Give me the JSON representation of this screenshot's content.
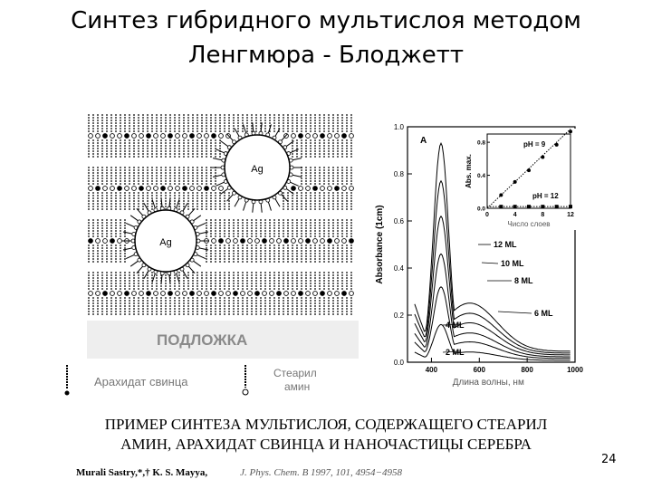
{
  "slide": {
    "title_line1": "Синтез гибридного мультислоя методом",
    "title_line2": "Ленгмюра - Блоджетт",
    "caption_line1": "ПРИМЕР СИНТЕЗА МУЛЬТИСЛОЯ, СОДЕРЖАЩЕГО СТЕАРИЛ",
    "caption_line2": "АМИН, АРАХИДАТ СВИНЦА И НАНОЧАСТИЦЫ СЕРЕБРА",
    "page_number": "24",
    "citation_authors": "Murali Sastry,*,† K. S. Mayya,",
    "citation_journal": "J. Phys. Chem. B 1997, 101, 4954−4958"
  },
  "scheme": {
    "particle_label_1": "Ag",
    "particle_label_2": "Ag",
    "substrate_label": "ПОДЛОЖКА",
    "legend_lead_arachidate": "Арахидат свинца",
    "legend_stearylamine_line1": "Стеарил",
    "legend_stearylamine_line2": "амин"
  },
  "chart_data": [
    {
      "type": "line",
      "panel_label": "A",
      "xlabel": "Длина волны, нм",
      "ylabel": "Absorbance (1cm)",
      "xlim": [
        300,
        1000
      ],
      "ylim": [
        0,
        1.0
      ],
      "xticks": [
        400,
        600,
        800,
        1000
      ],
      "yticks": [
        0.0,
        0.2,
        0.4,
        0.6,
        0.8,
        1.0
      ],
      "tick_labels_y": [
        "0.0",
        "0.2",
        "0.4",
        "0.6",
        "0.8",
        "1.0"
      ],
      "tick_labels_x": [
        "400",
        "600",
        "800",
        "1000"
      ],
      "series": [
        {
          "name": "2 ML",
          "peak_x": 440,
          "peak_y": 0.16
        },
        {
          "name": "4 ML",
          "peak_x": 440,
          "peak_y": 0.32
        },
        {
          "name": "6 ML",
          "peak_x": 440,
          "peak_y": 0.46
        },
        {
          "name": "8 ML",
          "peak_x": 440,
          "peak_y": 0.62
        },
        {
          "name": "10 ML",
          "peak_x": 440,
          "peak_y": 0.77
        },
        {
          "name": "12 ML",
          "peak_x": 440,
          "peak_y": 0.93
        }
      ],
      "curve_labels": [
        "12 ML",
        "10 ML",
        "8 ML",
        "6 ML",
        "4 ML",
        "2 ML"
      ]
    },
    {
      "type": "scatter",
      "xlabel": "Число слоев",
      "ylabel": "Abs. max.",
      "xlim": [
        0,
        12
      ],
      "ylim": [
        0,
        0.9
      ],
      "tick_labels_x": [
        "0",
        "4",
        "8",
        "12"
      ],
      "tick_labels_y": [
        "0.0",
        "0.4",
        "0.8"
      ],
      "series": [
        {
          "name": "pH = 9",
          "x": [
            2,
            4,
            6,
            8,
            10,
            12
          ],
          "y": [
            0.16,
            0.32,
            0.46,
            0.62,
            0.77,
            0.93
          ]
        },
        {
          "name": "pH = 12",
          "x": [
            2,
            4,
            6,
            8,
            10,
            12
          ],
          "y": [
            0.02,
            0.02,
            0.02,
            0.02,
            0.02,
            0.02
          ]
        }
      ]
    }
  ]
}
